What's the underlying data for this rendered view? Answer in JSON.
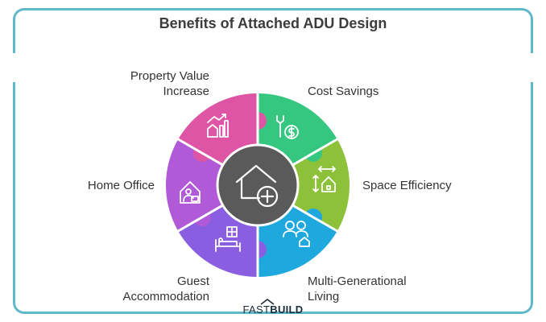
{
  "title": "Benefits of Attached ADU Design",
  "segments": [
    {
      "label": "Property Value Increase",
      "icon": "chart-house-icon",
      "color": "#dd55a4"
    },
    {
      "label": "Cost Savings",
      "icon": "wrench-dollar-icon",
      "color": "#35c77f"
    },
    {
      "label": "Space Efficiency",
      "icon": "house-arrows-icon",
      "color": "#8dc13a"
    },
    {
      "label": "Multi-Generational Living",
      "icon": "family-house-icon",
      "color": "#1ea8de"
    },
    {
      "label": "Guest Accommodation",
      "icon": "bed-building-icon",
      "color": "#8a5ee0"
    },
    {
      "label": "Home Office",
      "icon": "home-laptop-icon",
      "color": "#b05ad8"
    }
  ],
  "center": {
    "icon": "house-plus-icon",
    "color": "#5a5a5a"
  },
  "logo": {
    "part1": "FAST",
    "part2": "BUILD"
  },
  "labels": {
    "property_value_1": "Property Value",
    "property_value_2": "Increase",
    "cost_savings": "Cost Savings",
    "space_efficiency": "Space Efficiency",
    "multi_gen_1": "Multi-Generational",
    "multi_gen_2": "Living",
    "guest_1": "Guest",
    "guest_2": "Accommodation",
    "home_office": "Home Office"
  }
}
